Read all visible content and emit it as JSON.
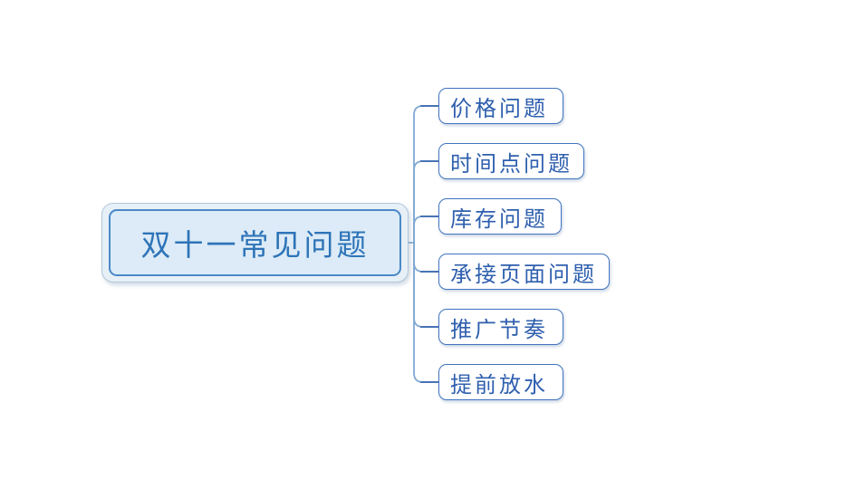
{
  "diagram": {
    "type": "mindmap",
    "root": {
      "label": "双十一常见问题"
    },
    "children": [
      {
        "label": "价格问题"
      },
      {
        "label": "时间点问题"
      },
      {
        "label": "库存问题"
      },
      {
        "label": "承接页面问题"
      },
      {
        "label": "推广节奏"
      },
      {
        "label": "提前放水"
      }
    ],
    "colors": {
      "root_outer_fill": "#e7eff7",
      "root_outer_border": "#b3c8da",
      "root_fill": "#dcebf7",
      "root_border": "#4a89c8",
      "root_text": "#2e74b8",
      "child_fill": "#ffffff",
      "child_border": "#4173bf",
      "child_text": "#2e5fae",
      "connector": "#82a9d4",
      "connector_tip": "#3c68b0"
    }
  }
}
